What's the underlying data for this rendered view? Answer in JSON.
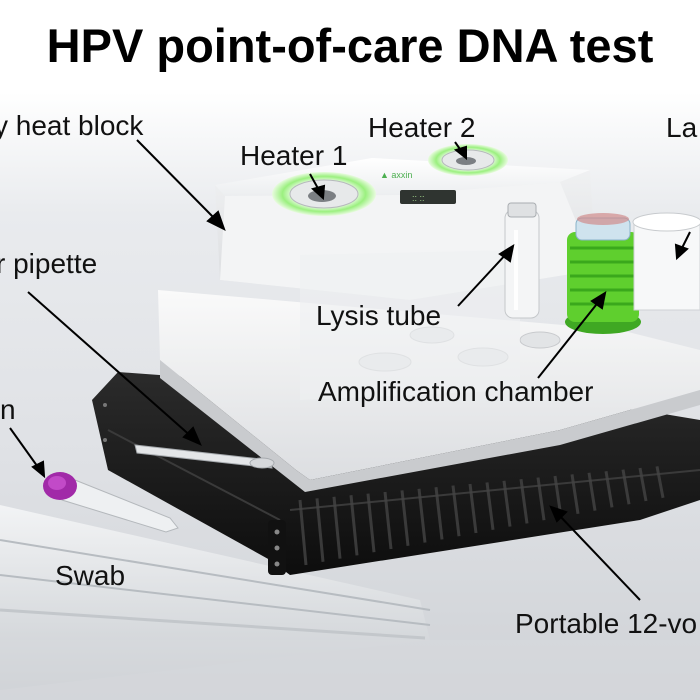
{
  "title": "HPV point-of-care DNA test",
  "labels": {
    "heat_block": "y heat block",
    "heater_1": "Heater 1",
    "heater_2": "Heater 2",
    "lateral": "La",
    "pipette": "r pipette",
    "lysis_tube": "Lysis tube",
    "amplification_chamber": "Amplification chamber",
    "collection": "n",
    "swab": "Swab",
    "battery": "Portable 12-vo"
  },
  "colors": {
    "heater_ring": "#7ee36a",
    "amplification_chamber": "#5fcf2e",
    "battery": "#1a1a1a",
    "vial_cap": "#a12aa8"
  }
}
